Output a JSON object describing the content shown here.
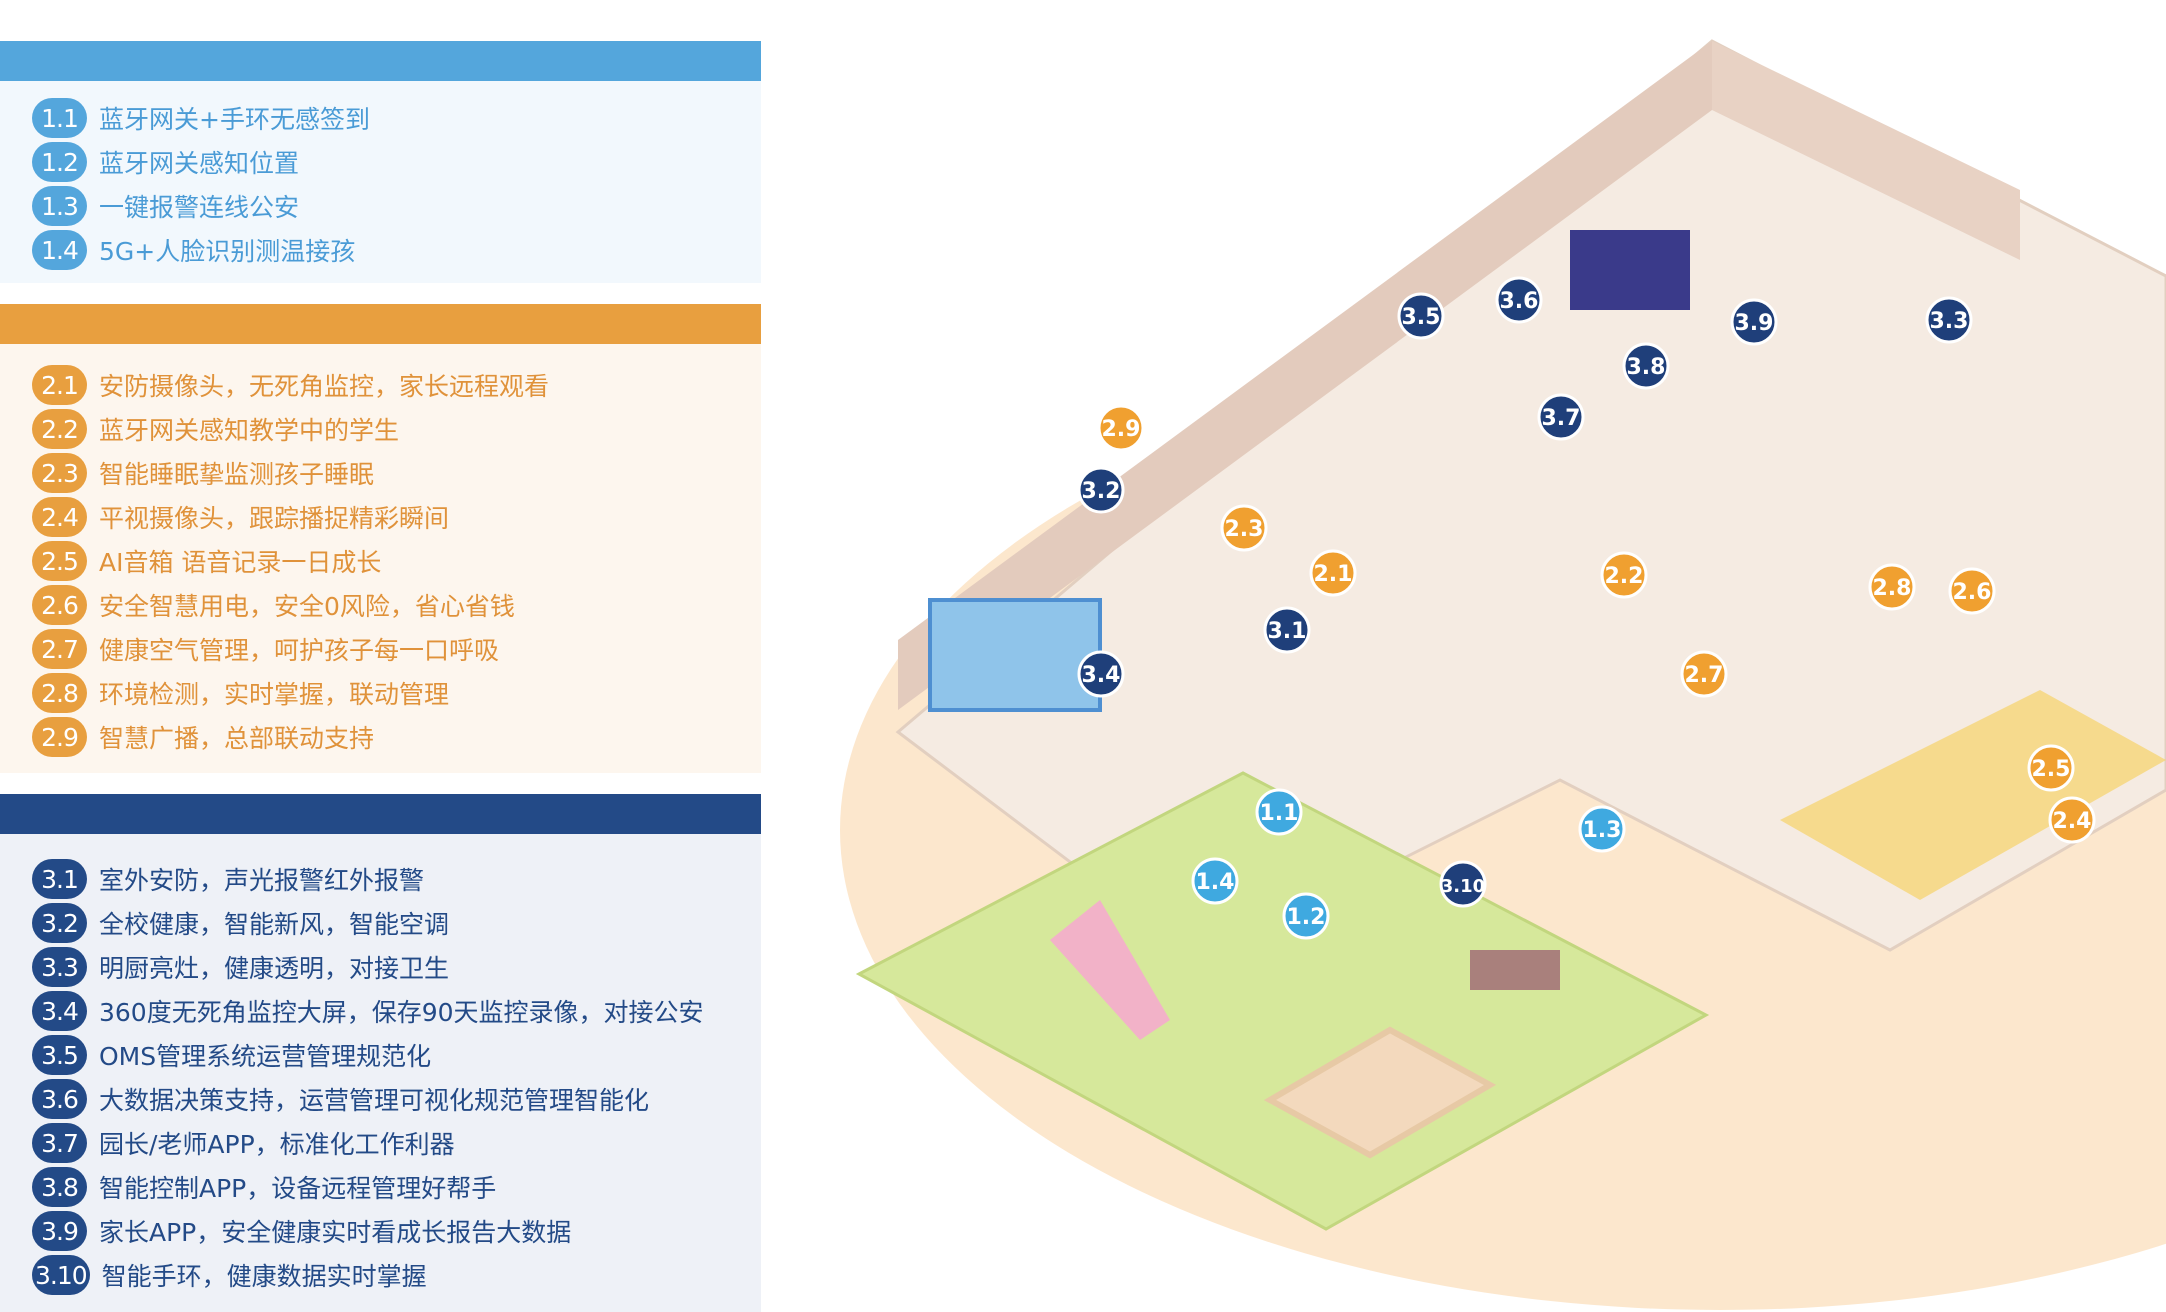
{
  "colors": {
    "section1": "#54a6dc",
    "section2": "#e89f3f",
    "section3": "#234a87"
  },
  "section1": {
    "items": [
      {
        "num": "1.1",
        "text": "蓝牙网关+手环无感签到"
      },
      {
        "num": "1.2",
        "text": "蓝牙网关感知位置"
      },
      {
        "num": "1.3",
        "text": "一键报警连线公安"
      },
      {
        "num": "1.4",
        "text": "5G+人脸识别测温接孩"
      }
    ]
  },
  "section2": {
    "items": [
      {
        "num": "2.1",
        "text": "安防摄像头，无死角监控，家长远程观看"
      },
      {
        "num": "2.2",
        "text": "蓝牙网关感知教学中的学生"
      },
      {
        "num": "2.3",
        "text": "智能睡眠挚监测孩子睡眠"
      },
      {
        "num": "2.4",
        "text": "平视摄像头，跟踪播捉精彩瞬间"
      },
      {
        "num": "2.5",
        "text": "AI音箱 语音记录一日成长"
      },
      {
        "num": "2.6",
        "text": "安全智慧用电，安全0风险，省心省钱"
      },
      {
        "num": "2.7",
        "text": "健康空气管理，呵护孩子每一口呼吸"
      },
      {
        "num": "2.8",
        "text": "环境检测，实时掌握，联动管理"
      },
      {
        "num": "2.9",
        "text": "智慧广播，总部联动支持"
      }
    ]
  },
  "section3": {
    "items": [
      {
        "num": "3.1",
        "text": "室外安防，声光报警红外报警"
      },
      {
        "num": "3.2",
        "text": "全校健康，智能新风，智能空调"
      },
      {
        "num": "3.3",
        "text": "明厨亮灶，健康透明，对接卫生"
      },
      {
        "num": "3.4",
        "text": "360度无死角监控大屏，保存90天监控录像，对接公安"
      },
      {
        "num": "3.5",
        "text": "OMS管理系统运营管理规范化"
      },
      {
        "num": "3.6",
        "text": "大数据决策支持，运营管理可视化规范管理智能化"
      },
      {
        "num": "3.7",
        "text": "园长/老师APP，标准化工作利器"
      },
      {
        "num": "3.8",
        "text": "智能控制APP，设备远程管理好帮手"
      },
      {
        "num": "3.9",
        "text": "家长APP，安全健康实时看成长报告大数据"
      },
      {
        "num": "3.10",
        "text": "智能手环，健康数据实时掌握"
      }
    ]
  },
  "markers": [
    {
      "label": "1.1",
      "group": 1
    },
    {
      "label": "1.2",
      "group": 1
    },
    {
      "label": "1.3",
      "group": 1
    },
    {
      "label": "1.4",
      "group": 1
    },
    {
      "label": "2.1",
      "group": 2
    },
    {
      "label": "2.2",
      "group": 2
    },
    {
      "label": "2.3",
      "group": 2
    },
    {
      "label": "2.4",
      "group": 2
    },
    {
      "label": "2.5",
      "group": 2
    },
    {
      "label": "2.6",
      "group": 2
    },
    {
      "label": "2.7",
      "group": 2
    },
    {
      "label": "2.8",
      "group": 2
    },
    {
      "label": "2.9",
      "group": 2
    },
    {
      "label": "3.1",
      "group": 3
    },
    {
      "label": "3.2",
      "group": 3
    },
    {
      "label": "3.3",
      "group": 3
    },
    {
      "label": "3.4",
      "group": 3
    },
    {
      "label": "3.5",
      "group": 3
    },
    {
      "label": "3.6",
      "group": 3
    },
    {
      "label": "3.7",
      "group": 3
    },
    {
      "label": "3.8",
      "group": 3
    },
    {
      "label": "3.9",
      "group": 3
    },
    {
      "label": "3.10",
      "group": 3
    }
  ]
}
